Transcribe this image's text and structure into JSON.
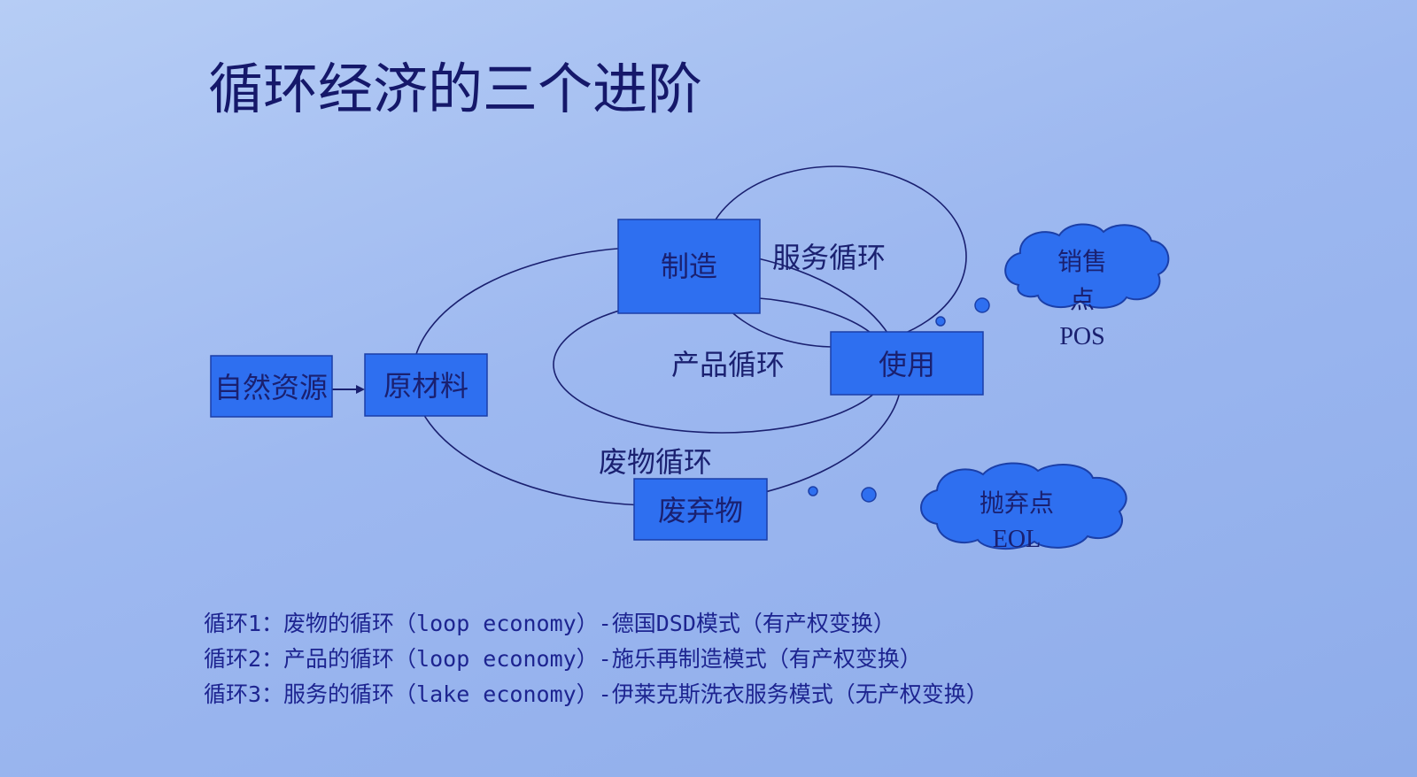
{
  "title": "循环经济的三个进阶",
  "diagram": {
    "nodes": {
      "natural_resources": "自然资源",
      "raw_materials": "原材料",
      "manufacturing": "制造",
      "use": "使用",
      "waste": "废弃物"
    },
    "loops": {
      "service": "服务循环",
      "product": "产品循环",
      "waste": "废物循环"
    },
    "callouts": {
      "pos": {
        "line1": "销售",
        "line2": "点",
        "line3": "POS"
      },
      "eol": {
        "line1": "抛弃点",
        "line2": "EOL"
      }
    },
    "colors": {
      "box": "#2e6ff0",
      "text": "#1a2070"
    }
  },
  "notes": [
    "循环1：废物的循环（loop economy）-德国DSD模式（有产权变换）",
    "循环2：产品的循环（loop economy）-施乐再制造模式（有产权变换）",
    "循环3：服务的循环（lake economy）-伊莱克斯洗衣服务模式（无产权变换）"
  ]
}
